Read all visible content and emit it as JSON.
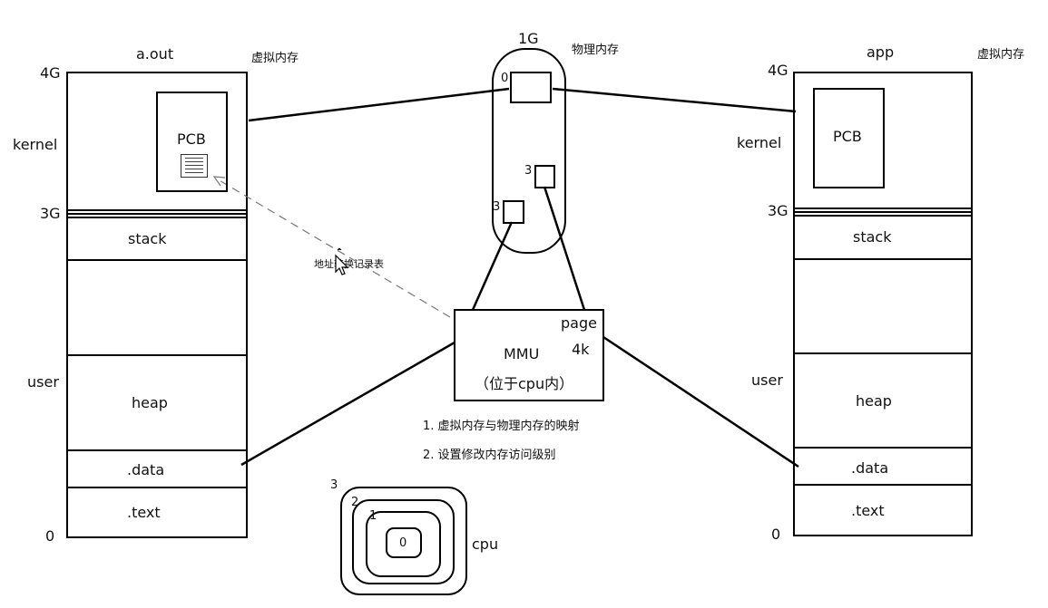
{
  "left": {
    "title": "a.out",
    "vm_label": "虚拟内存",
    "addr_4g": "4G",
    "addr_3g": "3G",
    "addr_0": "0",
    "kernel": "kernel",
    "user": "user",
    "pcb": "PCB",
    "segments": {
      "stack": "stack",
      "heap": "heap",
      "data": ".data",
      "text": ".text"
    }
  },
  "right": {
    "title": "app",
    "vm_label": "虚拟内存",
    "addr_4g": "4G",
    "addr_3g": "3G",
    "addr_0": "0",
    "kernel": "kernel",
    "user": "user",
    "pcb": "PCB",
    "segments": {
      "stack": "stack",
      "heap": "heap",
      "data": ".data",
      "text": ".text"
    }
  },
  "physical": {
    "size": "1G",
    "label": "物理内存",
    "page_0": "0",
    "page_a": "3",
    "page_b": "3"
  },
  "mmu": {
    "name": "MMU",
    "page": "page",
    "page_size": "4k",
    "location": "（位于cpu内）",
    "dashed_label": "地址转换记录表"
  },
  "notes": [
    "1. 虚拟内存与物理内存的映射",
    "2. 设置修改内存访问级别"
  ],
  "cpu": {
    "label": "cpu",
    "rings": [
      "3",
      "2",
      "1",
      "0"
    ]
  }
}
